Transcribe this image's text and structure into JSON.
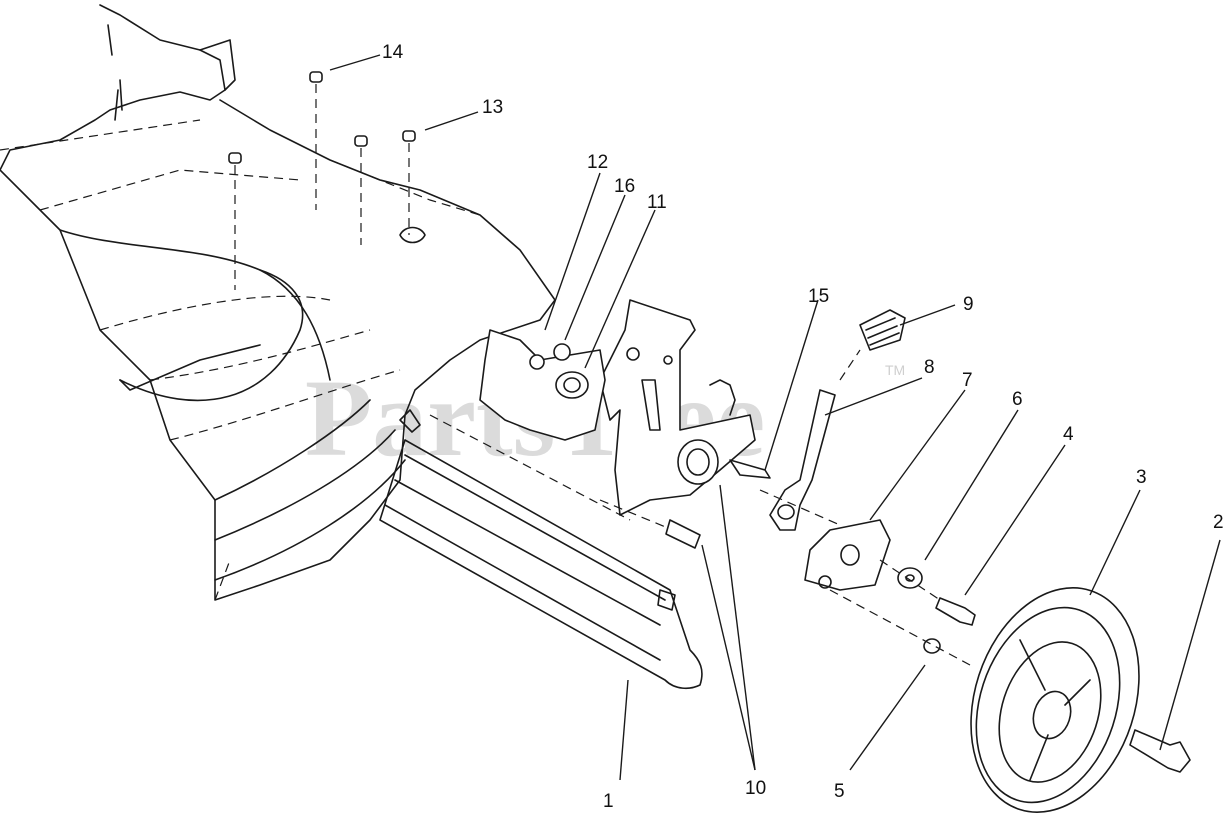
{
  "watermark": {
    "text": "PartsTree",
    "trademark": "TM"
  },
  "callouts": {
    "c1": "1",
    "c2": "2",
    "c3": "3",
    "c4": "4",
    "c5": "5",
    "c6": "6",
    "c7": "7",
    "c8": "8",
    "c9": "9",
    "c10": "10",
    "c11": "11",
    "c12": "12",
    "c13": "13",
    "c14": "14",
    "c15": "15",
    "c16": "16"
  }
}
